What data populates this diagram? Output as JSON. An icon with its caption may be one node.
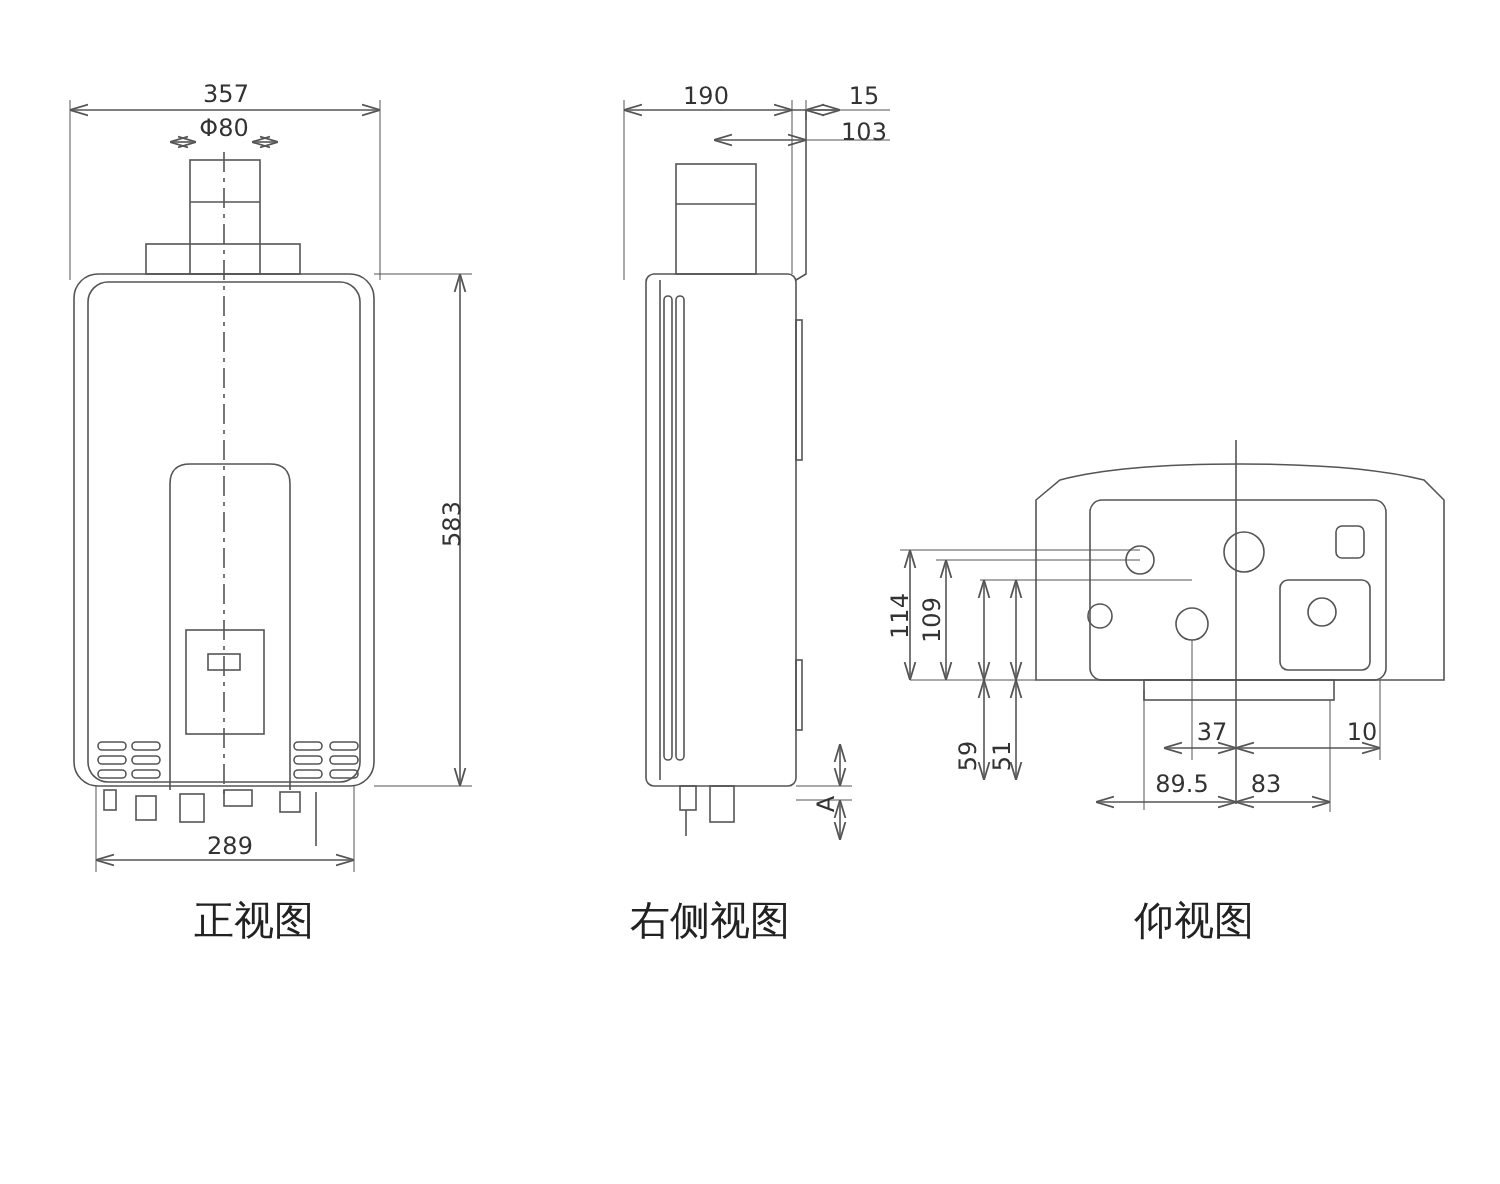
{
  "diagram": {
    "labels": [
      "357",
      "190",
      "15",
      "Φ80",
      "103",
      "583",
      "114",
      "109",
      "37",
      "10",
      "59",
      "51",
      "89.5",
      "83",
      "A",
      "289",
      "正视图",
      "右侧视图",
      "仰视图"
    ]
  }
}
